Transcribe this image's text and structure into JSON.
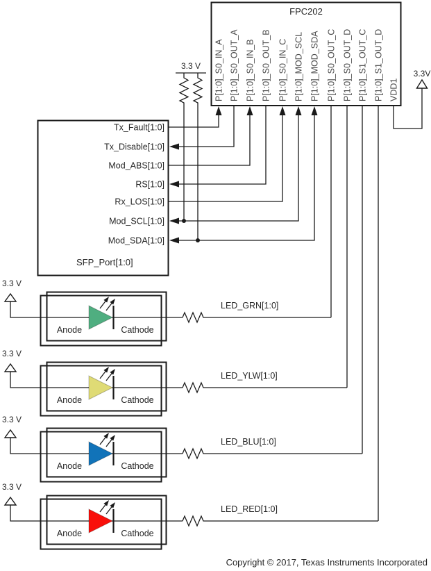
{
  "fpc": {
    "title": "FPC202",
    "pins": [
      {
        "label": "P[1:0]_S0_IN_A"
      },
      {
        "label": "P[1:0]_S0_OUT_A"
      },
      {
        "label": "P[1:0]_S0_IN_B"
      },
      {
        "label": "P[1:0]_S0_OUT_B"
      },
      {
        "label": "P[1:0]_S0_IN_C"
      },
      {
        "label": "P[1:0]_MOD_SCL"
      },
      {
        "label": "P[1:0]_MOD_SDA"
      },
      {
        "label": "P[1:0]_S0_OUT_C"
      },
      {
        "label": "P[1:0]_S0_OUT_D"
      },
      {
        "label": "P[1:0]_S1_OUT_C"
      },
      {
        "label": "P[1:0]_S1_OUT_D"
      },
      {
        "label": "VDD1"
      }
    ],
    "vdd_supply": "3.3V"
  },
  "pullups": {
    "supply": "3.3 V"
  },
  "sfp": {
    "label": "SFP_Port[1:0]",
    "label_color": "#B25B55",
    "pins": [
      {
        "label": "Tx_Fault[1:0]"
      },
      {
        "label": "Tx_Disable[1:0]"
      },
      {
        "label": "Mod_ABS[1:0]"
      },
      {
        "label": "RS[1:0]"
      },
      {
        "label": "Rx_LOS[1:0]"
      },
      {
        "label": "Mod_SCL[1:0]"
      },
      {
        "label": "Mod_SDA[1:0]"
      }
    ]
  },
  "leds": [
    {
      "name": "green",
      "signal": "LED_GRN[1:0]",
      "color": "#4FAE80",
      "supply": "3.3 V",
      "anode": "Anode",
      "cathode": "Cathode"
    },
    {
      "name": "yellow",
      "signal": "LED_YLW[1:0]",
      "color": "#DFDB75",
      "supply": "3.3 V",
      "anode": "Anode",
      "cathode": "Cathode"
    },
    {
      "name": "blue",
      "signal": "LED_BLU[1:0]",
      "color": "#1173B9",
      "supply": "3.3 V",
      "anode": "Anode",
      "cathode": "Cathode"
    },
    {
      "name": "red",
      "signal": "LED_RED[1:0]",
      "color": "#F90F0A",
      "supply": "3.3 V",
      "anode": "Anode",
      "cathode": "Cathode"
    }
  ],
  "footer": {
    "copyright": "Copyright © 2017, Texas Instruments Incorporated"
  }
}
